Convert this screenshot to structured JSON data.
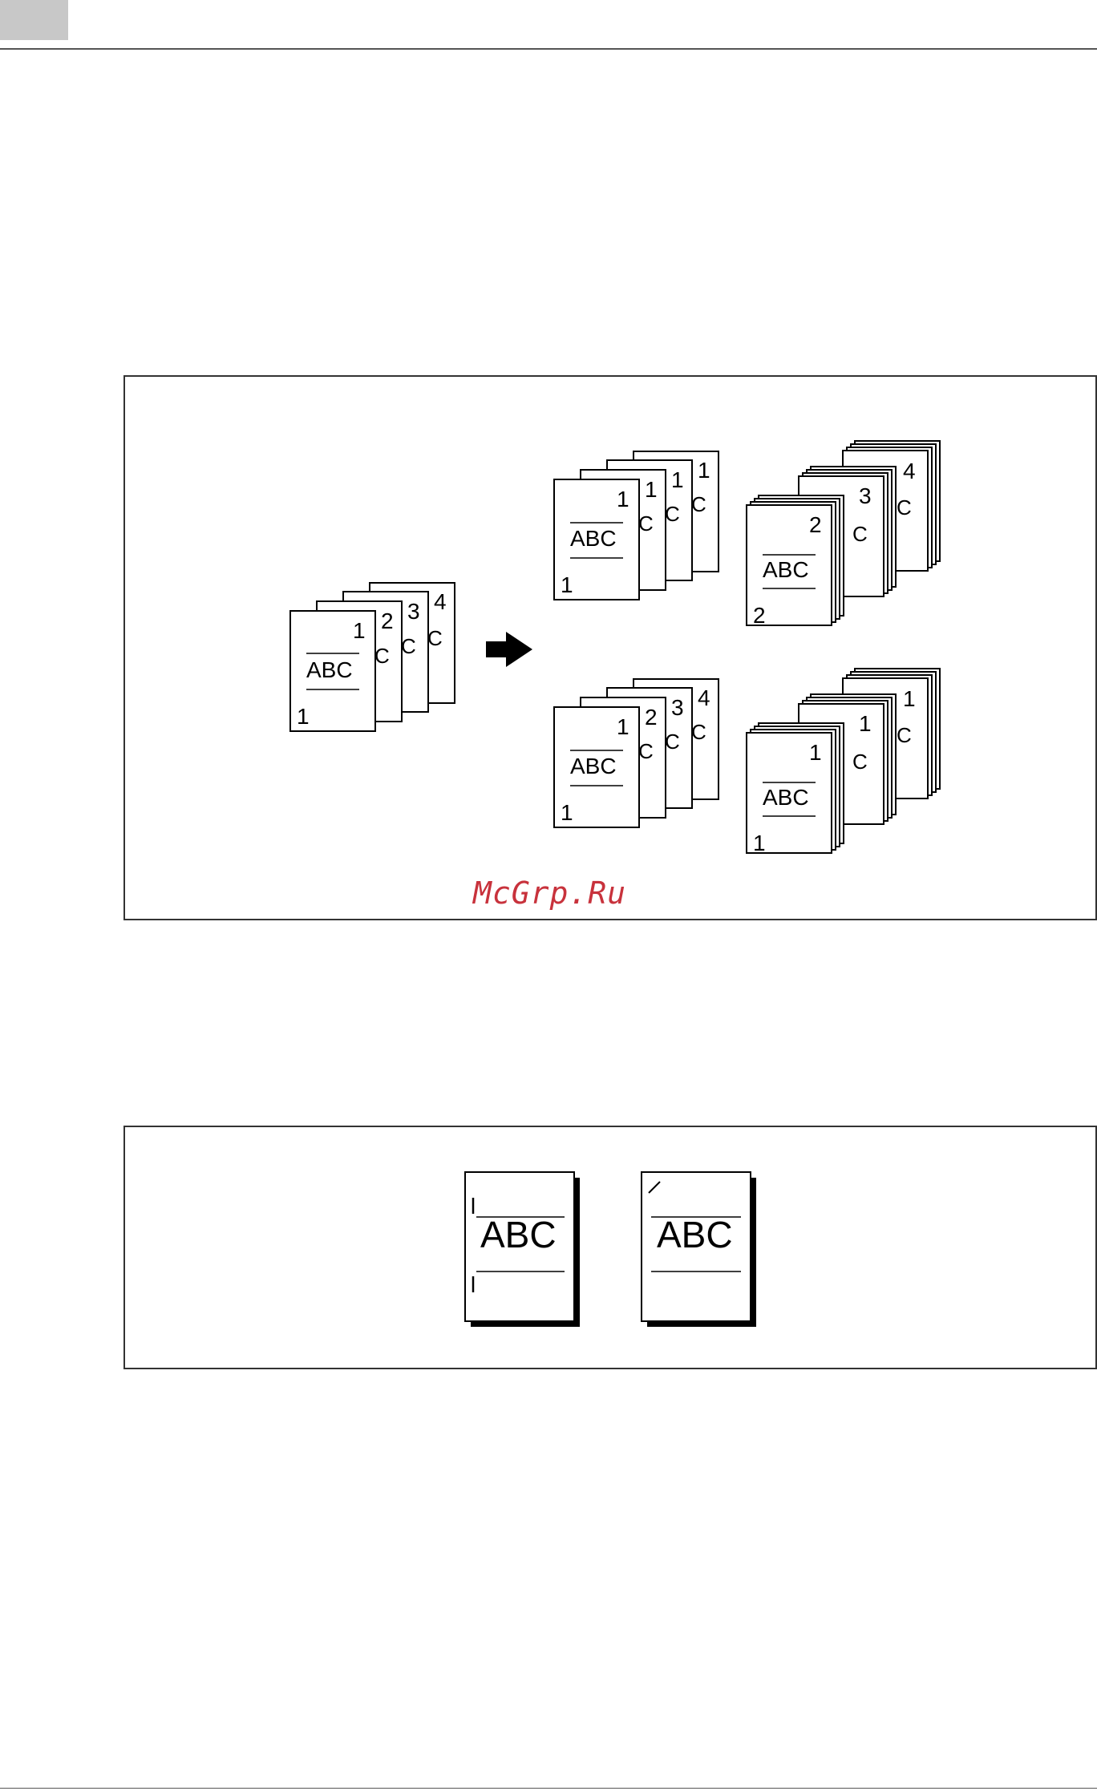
{
  "figure_1": {
    "page_label": "ABC",
    "input_stack": [
      "1",
      "2",
      "3",
      "4"
    ],
    "input_footer": "1",
    "output_top_left": {
      "numbers": [
        "1",
        "1",
        "1",
        "1"
      ],
      "footer": "1"
    },
    "output_top_right": {
      "numbers": [
        "2",
        "3",
        "4"
      ],
      "footer": "2"
    },
    "output_bottom_left": {
      "numbers": [
        "1",
        "2",
        "3",
        "4"
      ],
      "footer": "1"
    },
    "output_bottom_right": {
      "numbers": [
        "1",
        "1",
        "1"
      ],
      "footer": "1"
    },
    "watermark": "McGrp.Ru"
  },
  "figure_2": {
    "page_label": "ABC"
  }
}
